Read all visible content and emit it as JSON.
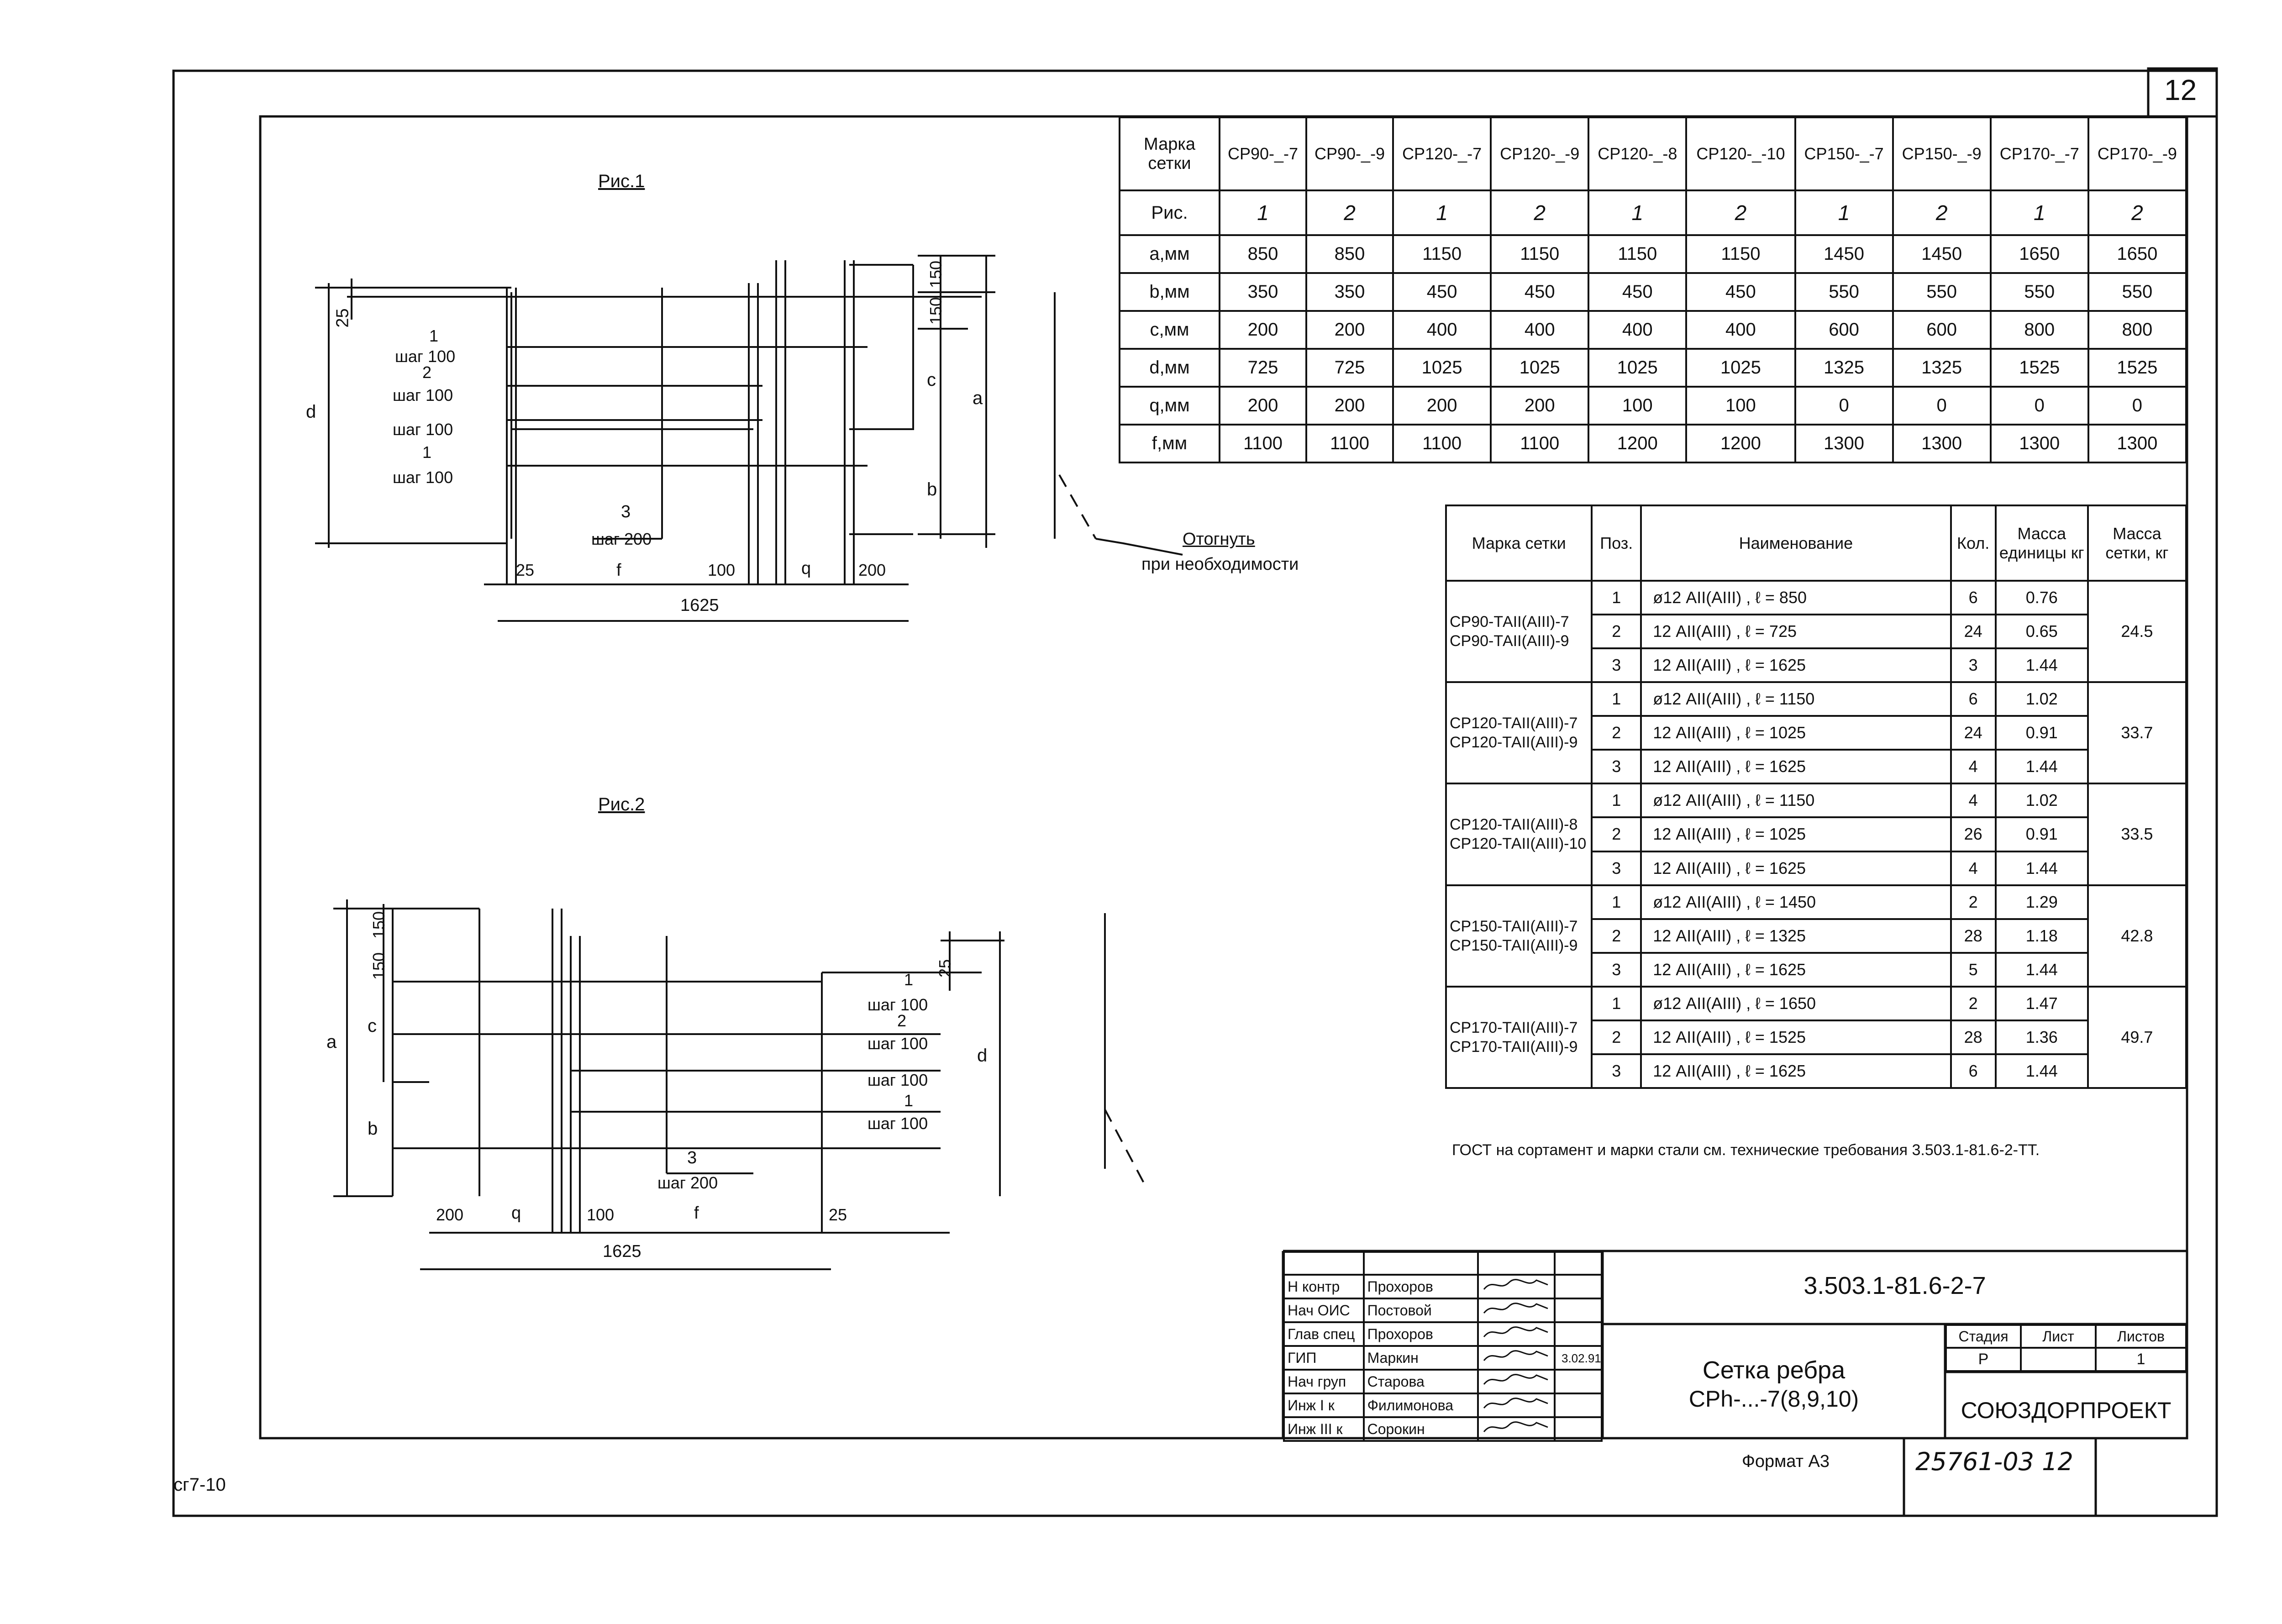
{
  "page_number": "12",
  "corner_code": "cг7-10",
  "fig1": {
    "title": "Рис.1",
    "dims": {
      "d25": "25",
      "d150a": "150",
      "d150b": "150",
      "a": "a",
      "c": "c",
      "b": "b",
      "d": "d",
      "d25b": "25",
      "f": "f",
      "d100": "100",
      "q": "q",
      "d200": "200",
      "total": "1625"
    },
    "bars": [
      {
        "pos": "1",
        "step": "шаг 100"
      },
      {
        "pos": "2",
        "step": "шаг 100"
      },
      {
        "pos": "1",
        "step": "шаг 100"
      },
      {
        "pos": "3",
        "step": "шаг 200"
      }
    ],
    "bars_top_step": "шаг 100",
    "note_line1": "Отогнуть",
    "note_line2": "при необходимости"
  },
  "fig2": {
    "title": "Рис.2",
    "dims": {
      "d150a": "150",
      "d150b": "150",
      "a": "a",
      "c": "c",
      "b": "b",
      "d": "d",
      "d25": "25",
      "d200": "200",
      "q": "q",
      "d100": "100",
      "f": "f",
      "d25b": "25",
      "total": "1625"
    },
    "bars": [
      {
        "pos": "1",
        "step": "шаг 100"
      },
      {
        "pos": "2",
        "step": "шаг 100"
      },
      {
        "pos": "1",
        "step": "шаг 100"
      },
      {
        "pos": "3",
        "step": "шаг 200"
      }
    ],
    "bars_step_extra": "шаг 100"
  },
  "params_table": {
    "header_label": "Марка сетки",
    "columns": [
      "СР90-_-7",
      "СР90-_-9",
      "СР120-_-7",
      "СР120-_-9",
      "СР120-_-8",
      "СР120-_-10",
      "СР150-_-7",
      "СР150-_-9",
      "СР170-_-7",
      "СР170-_-9"
    ],
    "rows": [
      {
        "label": "Рис.",
        "values": [
          "1",
          "2",
          "1",
          "2",
          "1",
          "2",
          "1",
          "2",
          "1",
          "2"
        ]
      },
      {
        "label": "a,мм",
        "values": [
          "850",
          "850",
          "1150",
          "1150",
          "1150",
          "1150",
          "1450",
          "1450",
          "1650",
          "1650"
        ]
      },
      {
        "label": "b,мм",
        "values": [
          "350",
          "350",
          "450",
          "450",
          "450",
          "450",
          "550",
          "550",
          "550",
          "550"
        ]
      },
      {
        "label": "c,мм",
        "values": [
          "200",
          "200",
          "400",
          "400",
          "400",
          "400",
          "600",
          "600",
          "800",
          "800"
        ]
      },
      {
        "label": "d,мм",
        "values": [
          "725",
          "725",
          "1025",
          "1025",
          "1025",
          "1025",
          "1325",
          "1325",
          "1525",
          "1525"
        ]
      },
      {
        "label": "q,мм",
        "values": [
          "200",
          "200",
          "200",
          "200",
          "100",
          "100",
          "0",
          "0",
          "0",
          "0"
        ]
      },
      {
        "label": "f,мм",
        "values": [
          "1100",
          "1100",
          "1100",
          "1100",
          "1200",
          "1200",
          "1300",
          "1300",
          "1300",
          "1300"
        ]
      }
    ]
  },
  "spec_table": {
    "headers": {
      "mark": "Марка сетки",
      "pos": "Поз.",
      "name": "Наименование",
      "qty": "Кол.",
      "unit_mass": "Масса единицы кг",
      "total_mass": "Масса сетки, кг"
    },
    "groups": [
      {
        "marks": [
          "СР90-ТАII(АIII)-7",
          "СР90-ТАII(АIII)-9"
        ],
        "total": "24.5",
        "rows": [
          {
            "pos": "1",
            "name": "ø12 АII(АIII) , ℓ = 850",
            "qty": "6",
            "mass": "0.76"
          },
          {
            "pos": "2",
            "name": "12 АII(АIII) , ℓ = 725",
            "qty": "24",
            "mass": "0.65"
          },
          {
            "pos": "3",
            "name": "12 АII(АIII) , ℓ = 1625",
            "qty": "3",
            "mass": "1.44"
          }
        ]
      },
      {
        "marks": [
          "СР120-ТАII(АIII)-7",
          "СР120-ТАII(АIII)-9"
        ],
        "total": "33.7",
        "rows": [
          {
            "pos": "1",
            "name": "ø12 АII(АIII) , ℓ = 1150",
            "qty": "6",
            "mass": "1.02"
          },
          {
            "pos": "2",
            "name": "12 АII(АIII) , ℓ = 1025",
            "qty": "24",
            "mass": "0.91"
          },
          {
            "pos": "3",
            "name": "12 АII(АIII) , ℓ = 1625",
            "qty": "4",
            "mass": "1.44"
          }
        ]
      },
      {
        "marks": [
          "СР120-ТАII(АIII)-8",
          "СР120-ТАII(АIII)-10"
        ],
        "total": "33.5",
        "rows": [
          {
            "pos": "1",
            "name": "ø12 АII(АIII) , ℓ = 1150",
            "qty": "4",
            "mass": "1.02"
          },
          {
            "pos": "2",
            "name": "12 АII(АIII) , ℓ = 1025",
            "qty": "26",
            "mass": "0.91"
          },
          {
            "pos": "3",
            "name": "12 АII(АIII) , ℓ = 1625",
            "qty": "4",
            "mass": "1.44"
          }
        ]
      },
      {
        "marks": [
          "СР150-ТАII(АIII)-7",
          "СР150-ТАII(АIII)-9"
        ],
        "total": "42.8",
        "rows": [
          {
            "pos": "1",
            "name": "ø12 АII(АIII) , ℓ = 1450",
            "qty": "2",
            "mass": "1.29"
          },
          {
            "pos": "2",
            "name": "12 АII(АIII) , ℓ = 1325",
            "qty": "28",
            "mass": "1.18"
          },
          {
            "pos": "3",
            "name": "12 АII(АIII) , ℓ = 1625",
            "qty": "5",
            "mass": "1.44"
          }
        ]
      },
      {
        "marks": [
          "СР170-ТАII(АIII)-7",
          "СР170-ТАII(АIII)-9"
        ],
        "total": "49.7",
        "rows": [
          {
            "pos": "1",
            "name": "ø12 АII(АIII) , ℓ = 1650",
            "qty": "2",
            "mass": "1.47"
          },
          {
            "pos": "2",
            "name": "12 АII(АIII) , ℓ = 1525",
            "qty": "28",
            "mass": "1.36"
          },
          {
            "pos": "3",
            "name": "12 АII(АIII) , ℓ = 1625",
            "qty": "6",
            "mass": "1.44"
          }
        ]
      }
    ]
  },
  "gost_note": "ГОСТ на сортамент и марки стали см. технические требования 3.503.1-81.6-2-ТТ.",
  "stamp": {
    "doc_code": "3.503.1-81.6-2-7",
    "title_line1": "Сетка ребра",
    "title_line2": "СРh-...-7(8,9,10)",
    "org": "СОЮЗДОРПРОЕКТ",
    "stage_label": "Стадия",
    "sheet_label": "Лист",
    "sheets_label": "Листов",
    "stage": "Р",
    "sheet": "",
    "sheets": "1",
    "date": "3.02.91",
    "people": [
      {
        "role": "Н контр",
        "name": "Прохоров"
      },
      {
        "role": "Нач ОИС",
        "name": "Постовой"
      },
      {
        "role": "Глав спец",
        "name": "Прохоров"
      },
      {
        "role": "ГИП",
        "name": "Маркин"
      },
      {
        "role": "Нач груп",
        "name": "Старова"
      },
      {
        "role": "Инж I к",
        "name": "Филимонова"
      },
      {
        "role": "Инж III к",
        "name": "Сорокин"
      }
    ],
    "format": "Формат А3",
    "inventory": "25761-03 12"
  }
}
